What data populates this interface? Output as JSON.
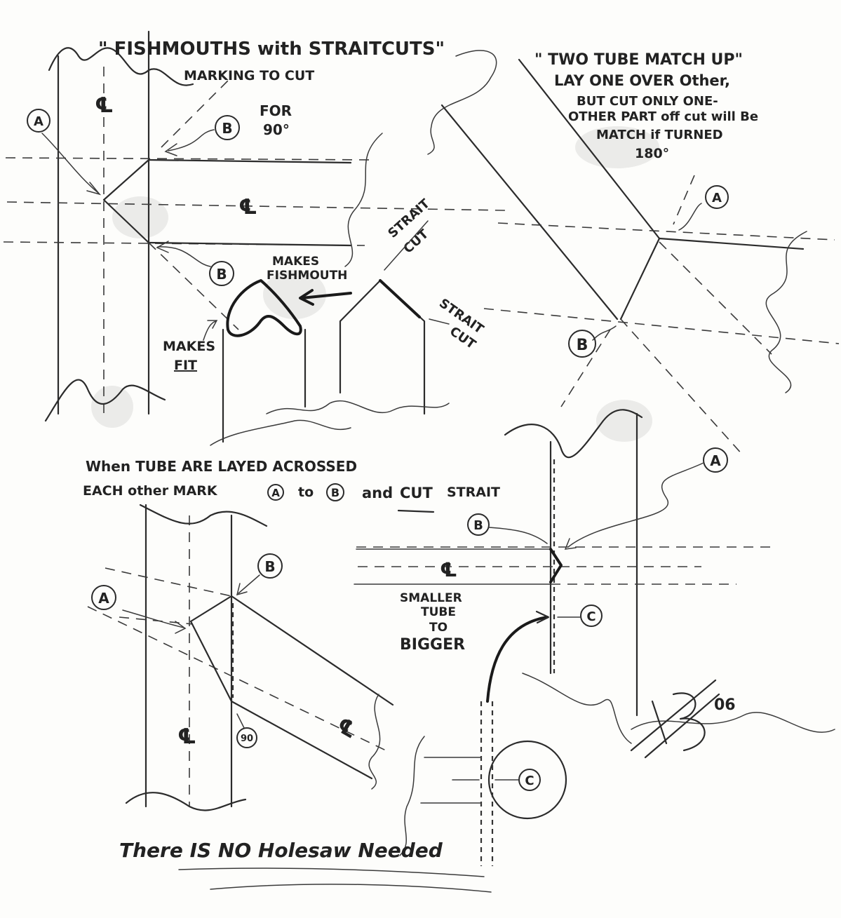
{
  "titles": {
    "fishmouth_title": "\" FISHMOUTHS with STRAITCUTS\"",
    "fishmouth_subtitle": "MARKING TO CUT",
    "two_tube_title": "\" TWO TUBE MATCH UP\""
  },
  "notes": {
    "for_90_line1": "FOR",
    "for_90_line2": "90°",
    "lay_line1": "LAY ONE OVER Other,",
    "lay_line2": "BUT CUT ONLY ONE-",
    "lay_line3": "OTHER PART off cut will Be",
    "lay_line4": "MATCH if TURNED",
    "lay_line5": "180°",
    "strait_cut_1_line1": "STRAIT",
    "strait_cut_1_line2": "CUT",
    "strait_cut_2_line1": "STRAIT",
    "strait_cut_2_line2": "CUT",
    "makes_fishmouth_line1": "MAKES",
    "makes_fishmouth_line2": "FISHMOUTH",
    "makes_fit_line1": "MAKES",
    "makes_fit_line2": "FIT",
    "across_line1": "When TUBE ARE LAYED ACROSSED",
    "across_line2_a": "EACH other MARK",
    "across_line2_b": "to",
    "across_line2_c": "and",
    "across_line2_d": "CUT",
    "across_line2_e": "STRAIT",
    "smaller_line1": "SMALLER",
    "smaller_line2": "TUBE",
    "smaller_line3": "TO",
    "smaller_line4": "BIGGER",
    "footer": "There IS NO Holesaw Needed",
    "signature_year": "06"
  },
  "centerline_symbol": "℄",
  "point_labels": {
    "a": "A",
    "b": "B",
    "c": "C",
    "angle_90": "90"
  }
}
